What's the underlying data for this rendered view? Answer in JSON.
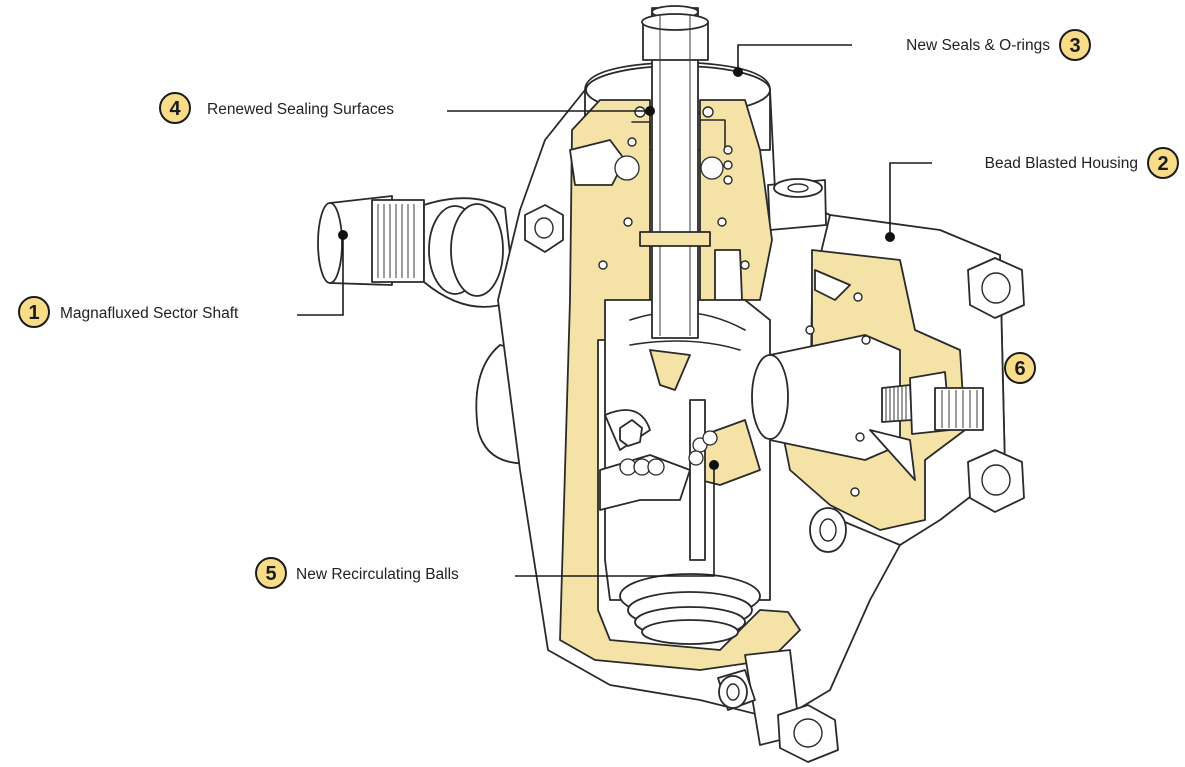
{
  "colors": {
    "cutaway": "#f4e2a6",
    "badge_fill": "#f8dc88",
    "outline": "#2a2a2a",
    "background": "#ffffff"
  },
  "callouts": [
    {
      "number": "1",
      "text": "Magnafluxed Sector Shaft"
    },
    {
      "number": "2",
      "text": "Bead Blasted Housing"
    },
    {
      "number": "3",
      "text": "New Seals & O-rings"
    },
    {
      "number": "4",
      "text": "Renewed Sealing Surfaces"
    },
    {
      "number": "5",
      "text": "New Recirculating Balls"
    },
    {
      "number": "6",
      "text": ""
    }
  ]
}
